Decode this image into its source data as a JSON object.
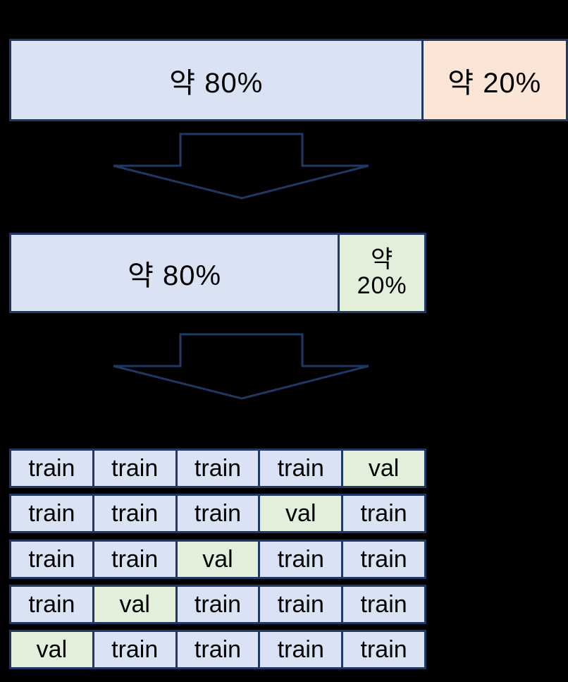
{
  "colors": {
    "train_blue": "#dae3f3",
    "test_pink": "#fbe5d6",
    "val_green": "#e2efda",
    "border_navy": "#1f3864",
    "text_black": "#000000",
    "bg": "#000000"
  },
  "top_bar": {
    "left_label": "약 80%",
    "right_label": "약 20%"
  },
  "middle_bar": {
    "left_label": "약 80%",
    "right_label_line1": "약",
    "right_label_line2": "20%"
  },
  "grid": {
    "rows": [
      {
        "cells": [
          {
            "label": "train",
            "type": "train"
          },
          {
            "label": "train",
            "type": "train"
          },
          {
            "label": "train",
            "type": "train"
          },
          {
            "label": "train",
            "type": "train"
          },
          {
            "label": "val",
            "type": "val"
          }
        ]
      },
      {
        "cells": [
          {
            "label": "train",
            "type": "train"
          },
          {
            "label": "train",
            "type": "train"
          },
          {
            "label": "train",
            "type": "train"
          },
          {
            "label": "val",
            "type": "val"
          },
          {
            "label": "train",
            "type": "train"
          }
        ]
      },
      {
        "cells": [
          {
            "label": "train",
            "type": "train"
          },
          {
            "label": "train",
            "type": "train"
          },
          {
            "label": "val",
            "type": "val"
          },
          {
            "label": "train",
            "type": "train"
          },
          {
            "label": "train",
            "type": "train"
          }
        ]
      },
      {
        "cells": [
          {
            "label": "train",
            "type": "train"
          },
          {
            "label": "val",
            "type": "val"
          },
          {
            "label": "train",
            "type": "train"
          },
          {
            "label": "train",
            "type": "train"
          },
          {
            "label": "train",
            "type": "train"
          }
        ]
      },
      {
        "cells": [
          {
            "label": "val",
            "type": "val"
          },
          {
            "label": "train",
            "type": "train"
          },
          {
            "label": "train",
            "type": "train"
          },
          {
            "label": "train",
            "type": "train"
          },
          {
            "label": "train",
            "type": "train"
          }
        ]
      }
    ]
  }
}
